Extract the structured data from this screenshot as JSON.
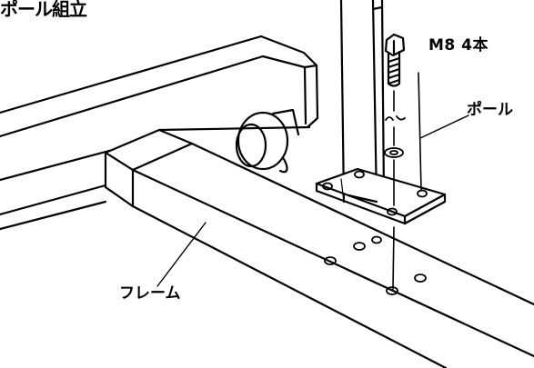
{
  "title": "ポール組立",
  "labels": {
    "bolt": "M8  4本",
    "pole": "ポール",
    "frame": "フレーム"
  },
  "colors": {
    "ink": "#000000",
    "paper": "#ffffff"
  },
  "icons": [
    "bolt-icon",
    "washer-icon",
    "caster-wheel-icon"
  ]
}
